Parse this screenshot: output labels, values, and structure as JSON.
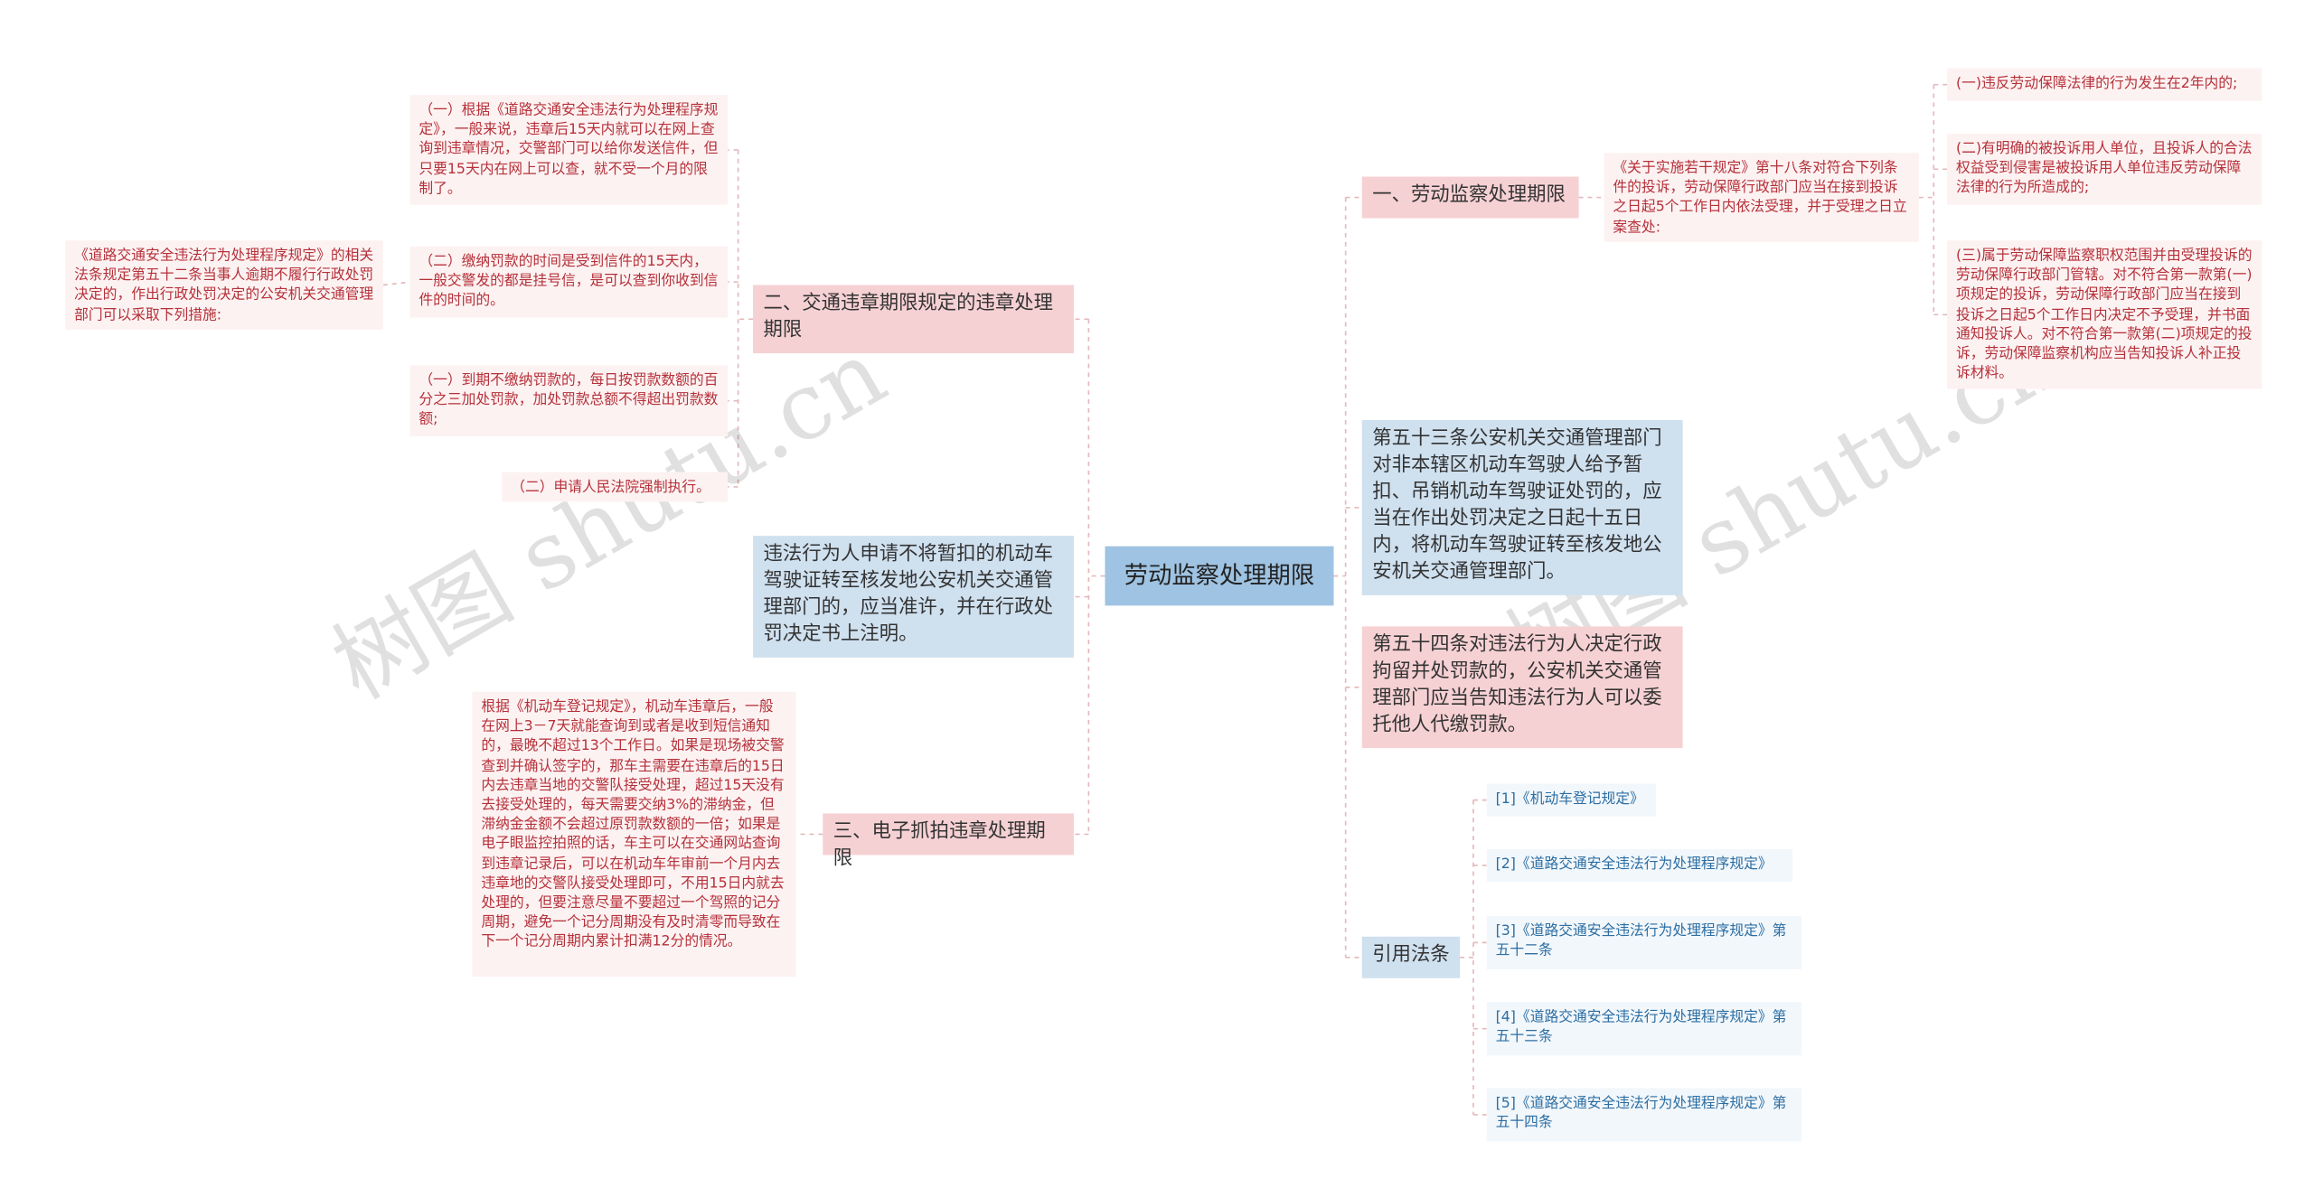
{
  "root": {
    "label": "劳动监察处理期限"
  },
  "left": {
    "branch2": {
      "label": "二、交通违章期限规定的违章处理期限",
      "intro": "《道路交通安全违法行为处理程序规定》的相关法条规定第五十二条当事人逾期不履行行政处罚决定的，作出行政处罚决定的公安机关交通管理部门可以采取下列措施:",
      "children": [
        "（一）根据《道路交通安全违法行为处理程序规定》，一般来说，违章后15天内就可以在网上查询到违章情况，交警部门可以给你发送信件，但只要15天内在网上可以查，就不受一个月的限制了。",
        "（二）缴纳罚款的时间是受到信件的15天内，一般交警发的都是挂号信，是可以查到你收到信件的时间的。",
        "（一）到期不缴纳罚款的，每日按罚款数额的百分之三加处罚款，加处罚款总额不得超出罚款数额;",
        "（二）申请人民法院强制执行。"
      ]
    },
    "middle": {
      "label": "违法行为人申请不将暂扣的机动车驾驶证转至核发地公安机关交通管理部门的，应当准许，并在行政处罚决定书上注明。"
    },
    "branch3": {
      "label": "三、电子抓拍违章处理期限",
      "child": "根据《机动车登记规定》，机动车违章后，一般在网上3－7天就能查询到或者是收到短信通知的，最晚不超过13个工作日。如果是现场被交警查到并确认签字的，那车主需要在违章后的15日内去违章当地的交警队接受处理，超过15天没有去接受处理的，每天需要交纳3%的滞纳金，但滞纳金金额不会超过原罚款数额的一倍；如果是电子眼监控拍照的话，车主可以在交通网站查询到违章记录后，可以在机动车年审前一个月内去违章地的交警队接受处理即可，不用15日内就去处理的，但要注意尽量不要超过一个驾照的记分周期，避免一个记分周期没有及时清零而导致在下一个记分周期内累计扣满12分的情况。"
    }
  },
  "right": {
    "branch1": {
      "label": "一、劳动监察处理期限",
      "intro": "《关于实施若干规定》第十八条对符合下列条件的投诉，劳动保障行政部门应当在接到投诉之日起5个工作日内依法受理，并于受理之日立案查处:",
      "children": [
        "(一)违反劳动保障法律的行为发生在2年内的;",
        "(二)有明确的被投诉用人单位，且投诉人的合法权益受到侵害是被投诉用人单位违反劳动保障法律的行为所造成的;",
        "(三)属于劳动保障监察职权范围并由受理投诉的劳动保障行政部门管辖。对不符合第一款第(一)项规定的投诉，劳动保障行政部门应当在接到投诉之日起5个工作日内决定不予受理，并书面通知投诉人。对不符合第一款第(二)项规定的投诉，劳动保障监察机构应当告知投诉人补正投诉材料。"
      ]
    },
    "art53": {
      "label": "第五十三条公安机关交通管理部门对非本辖区机动车驾驶人给予暂扣、吊销机动车驾驶证处罚的，应当在作出处罚决定之日起十五日内，将机动车驾驶证转至核发地公安机关交通管理部门。"
    },
    "art54": {
      "label": "第五十四条对违法行为人决定行政拘留并处罚款的，公安机关交通管理部门应当告知违法行为人可以委托他人代缴罚款。"
    },
    "refs": {
      "label": "引用法条",
      "items": [
        "[1]《机动车登记规定》",
        "[2]《道路交通安全违法行为处理程序规定》",
        "[3]《道路交通安全违法行为处理程序规定》第五十二条",
        "[4]《道路交通安全违法行为处理程序规定》第五十三条",
        "[5]《道路交通安全违法行为处理程序规定》第五十四条"
      ]
    }
  },
  "watermark": {
    "text": "树图 shutu.cn"
  },
  "colors": {
    "root": "#9fc3e2",
    "pink_strong": "#f6d1d3",
    "pink_light": "#fdf2f2",
    "pink_text": "#b5313a",
    "blue_strong": "#cfe0ef",
    "blue_light": "#f2f7fb",
    "blue_text": "#2c6ea3",
    "line": "#e3b9bc"
  }
}
